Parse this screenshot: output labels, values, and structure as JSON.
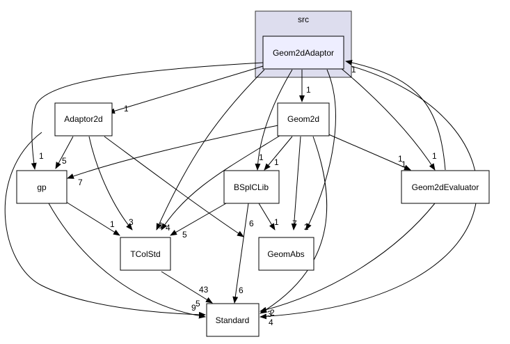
{
  "cluster": {
    "label": "src"
  },
  "nodes": {
    "geom2dadaptor": "Geom2dAdaptor",
    "adaptor2d": "Adaptor2d",
    "geom2d": "Geom2d",
    "gp": "gp",
    "bsplclib": "BSplCLib",
    "geom2devaluator": "Geom2dEvaluator",
    "tcolstd": "TColStd",
    "geomabs": "GeomAbs",
    "standard": "Standard"
  },
  "edge_labels": {
    "self_back": "1",
    "adaptor2d": "1",
    "geom2d": "1",
    "gp_from_top": "1",
    "bsplclib_from_top": "1",
    "tcolstd_from_top": "1",
    "geom2devaluator": "1",
    "evaluator_back": "1",
    "geomabs_from_top": "2",
    "standard_from_top": "4",
    "a_gp": "5",
    "a_tcolstd": "3",
    "a_geomabs": "6",
    "a_standard": "5",
    "g_gp": "7",
    "g_bsplclib": "1",
    "g_tcolstd": "4",
    "g_geomabs": "7",
    "g_standard": "2",
    "g_evaluator": "1",
    "gp_tcolstd": "1",
    "gp_standard": "9",
    "b_tcolstd": "5",
    "b_geomabs": "1",
    "b_standard": "6",
    "t_standard": "43",
    "ev_standard": "3"
  },
  "colors": {
    "cluster_fill": "#ddddee",
    "cluster_stroke": "#333333",
    "focus_fill": "#eeeeff",
    "node_fill": "#ffffff",
    "edge": "#000000"
  }
}
